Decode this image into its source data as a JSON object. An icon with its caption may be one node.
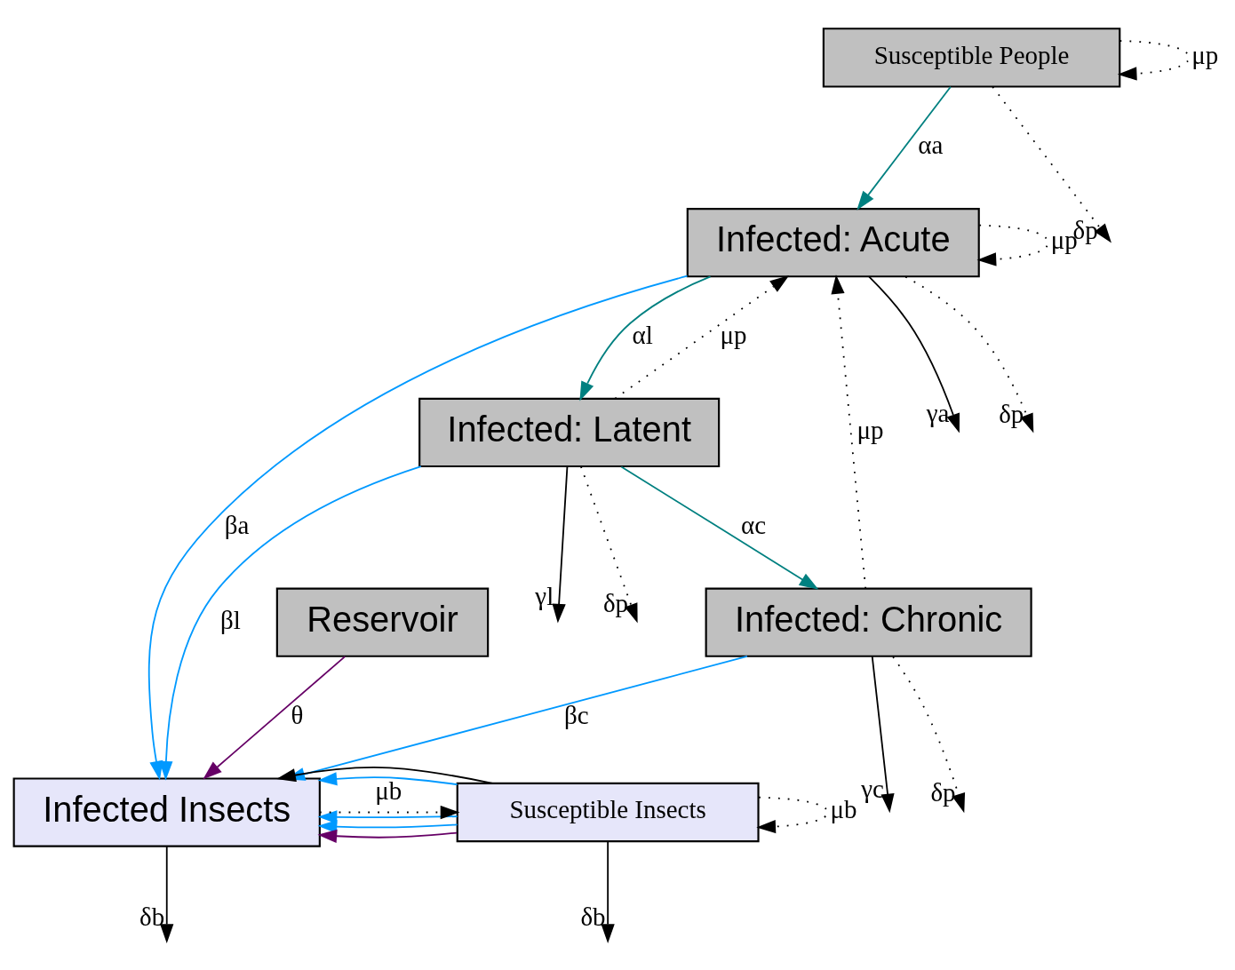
{
  "diagram": {
    "nodes": [
      {
        "text": [
          "Susceptible People"
        ]
      },
      {
        "text": [
          "Infected: Acute"
        ]
      },
      {
        "text": [
          "Infected: Latent"
        ]
      },
      {
        "text": [
          "Infected: Chronic"
        ]
      },
      {
        "text": [
          "Susceptible Insects"
        ]
      },
      {
        "text": [
          "Infected Insects"
        ]
      },
      {
        "text": [
          "Reservoir"
        ]
      }
    ],
    "edges": [
      {
        "from": 0,
        "to": 1,
        "arrow": "to",
        "label": "αa",
        "color": "#008080"
      },
      {
        "from": 1,
        "to": 2,
        "arrow": "to",
        "label": "αl",
        "color": "#008080"
      },
      {
        "from": 2,
        "to": 3,
        "arrow": "to",
        "label": "αc",
        "color": "#008080"
      },
      {
        "from": 0,
        "to": null,
        "arrow": "to",
        "label": "δp",
        "style": "dashed"
      },
      {
        "from": 0,
        "to": 0,
        "arrow": "to",
        "label": "μp",
        "style": "dashed"
      },
      {
        "from": 1,
        "to": null,
        "arrow": "to",
        "label": "δp",
        "style": "dashed"
      },
      {
        "from": 1,
        "to": null,
        "arrow": "to",
        "label": "γa"
      },
      {
        "from": 1,
        "to": 1,
        "arrow": "to",
        "label": "μp",
        "style": "dashed"
      },
      {
        "from": 2,
        "to": null,
        "arrow": "to",
        "label": "δp",
        "style": "dashed"
      },
      {
        "from": 2,
        "to": null,
        "arrow": "to",
        "label": "γl"
      },
      {
        "from": 2,
        "to": 1,
        "arrow": "to",
        "label": "μp",
        "style": "dashed"
      },
      {
        "from": 3,
        "to": null,
        "arrow": "to",
        "label": "δp",
        "style": "dashed"
      },
      {
        "from": 3,
        "to": null,
        "arrow": "to",
        "label": "γc"
      },
      {
        "from": 3,
        "to": 1,
        "arrow": "to",
        "label": "μp",
        "style": "dashed"
      },
      {
        "from": 1,
        "to": 5,
        "arrow": "to",
        "label": "βa",
        "color": "#0099ff"
      },
      {
        "from": 4,
        "to": 5,
        "arrow": "to",
        "color": "#0099ff"
      },
      {
        "from": 2,
        "to": 5,
        "arrow": "to",
        "label": "βl",
        "color": "#0099ff"
      },
      {
        "from": 4,
        "to": 5,
        "arrow": "to",
        "color": "#0099ff"
      },
      {
        "from": 3,
        "to": 5,
        "arrow": "to",
        "label": "βc",
        "color": "#0099ff"
      },
      {
        "from": 4,
        "to": 5,
        "arrow": "to",
        "color": "#0099ff"
      },
      {
        "from": 4,
        "to": null,
        "arrow": "to",
        "label": "δb"
      },
      {
        "from": 5,
        "to": null,
        "arrow": "to",
        "label": "δb"
      },
      {
        "from": 4,
        "to": 5,
        "arrow": "to"
      },
      {
        "from": 4,
        "to": 4,
        "arrow": "to",
        "label": "μb",
        "style": "dashed"
      },
      {
        "from": 5,
        "to": 4,
        "arrow": "to",
        "label": "μb",
        "style": "dashed"
      },
      {
        "from": 6,
        "to": 5,
        "arrow": "to",
        "label": "θ",
        "color": "#660066"
      },
      {
        "from": 4,
        "to": 5,
        "arrow": "to",
        "color": "#660066"
      }
    ]
  }
}
